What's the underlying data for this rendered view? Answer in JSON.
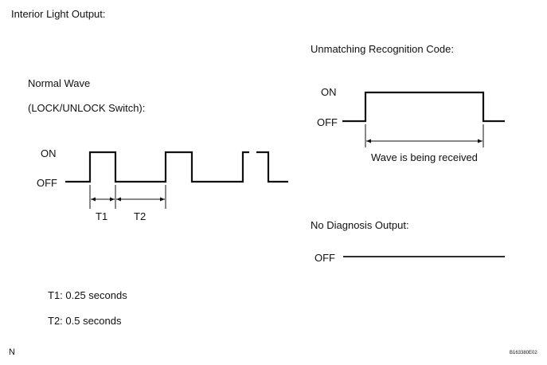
{
  "page": {
    "title": "Interior Light Output:",
    "footer_left": "N",
    "figure_code": "B163380E02"
  },
  "normal_wave": {
    "heading": "Normal Wave",
    "subheading": "(LOCK/UNLOCK Switch):",
    "on_label": "ON",
    "off_label": "OFF",
    "t1_label": "T1",
    "t2_label": "T2"
  },
  "unmatching": {
    "heading": "Unmatching Recognition Code:",
    "on_label": "ON",
    "off_label": "OFF",
    "caption": "Wave is being received"
  },
  "no_diagnosis": {
    "heading": "No Diagnosis Output:",
    "off_label": "OFF"
  },
  "notes": {
    "t1": "T1: 0.25 seconds",
    "t2": "T2: 0.5 seconds"
  },
  "colors": {
    "line": "#111111",
    "background": "#ffffff"
  }
}
